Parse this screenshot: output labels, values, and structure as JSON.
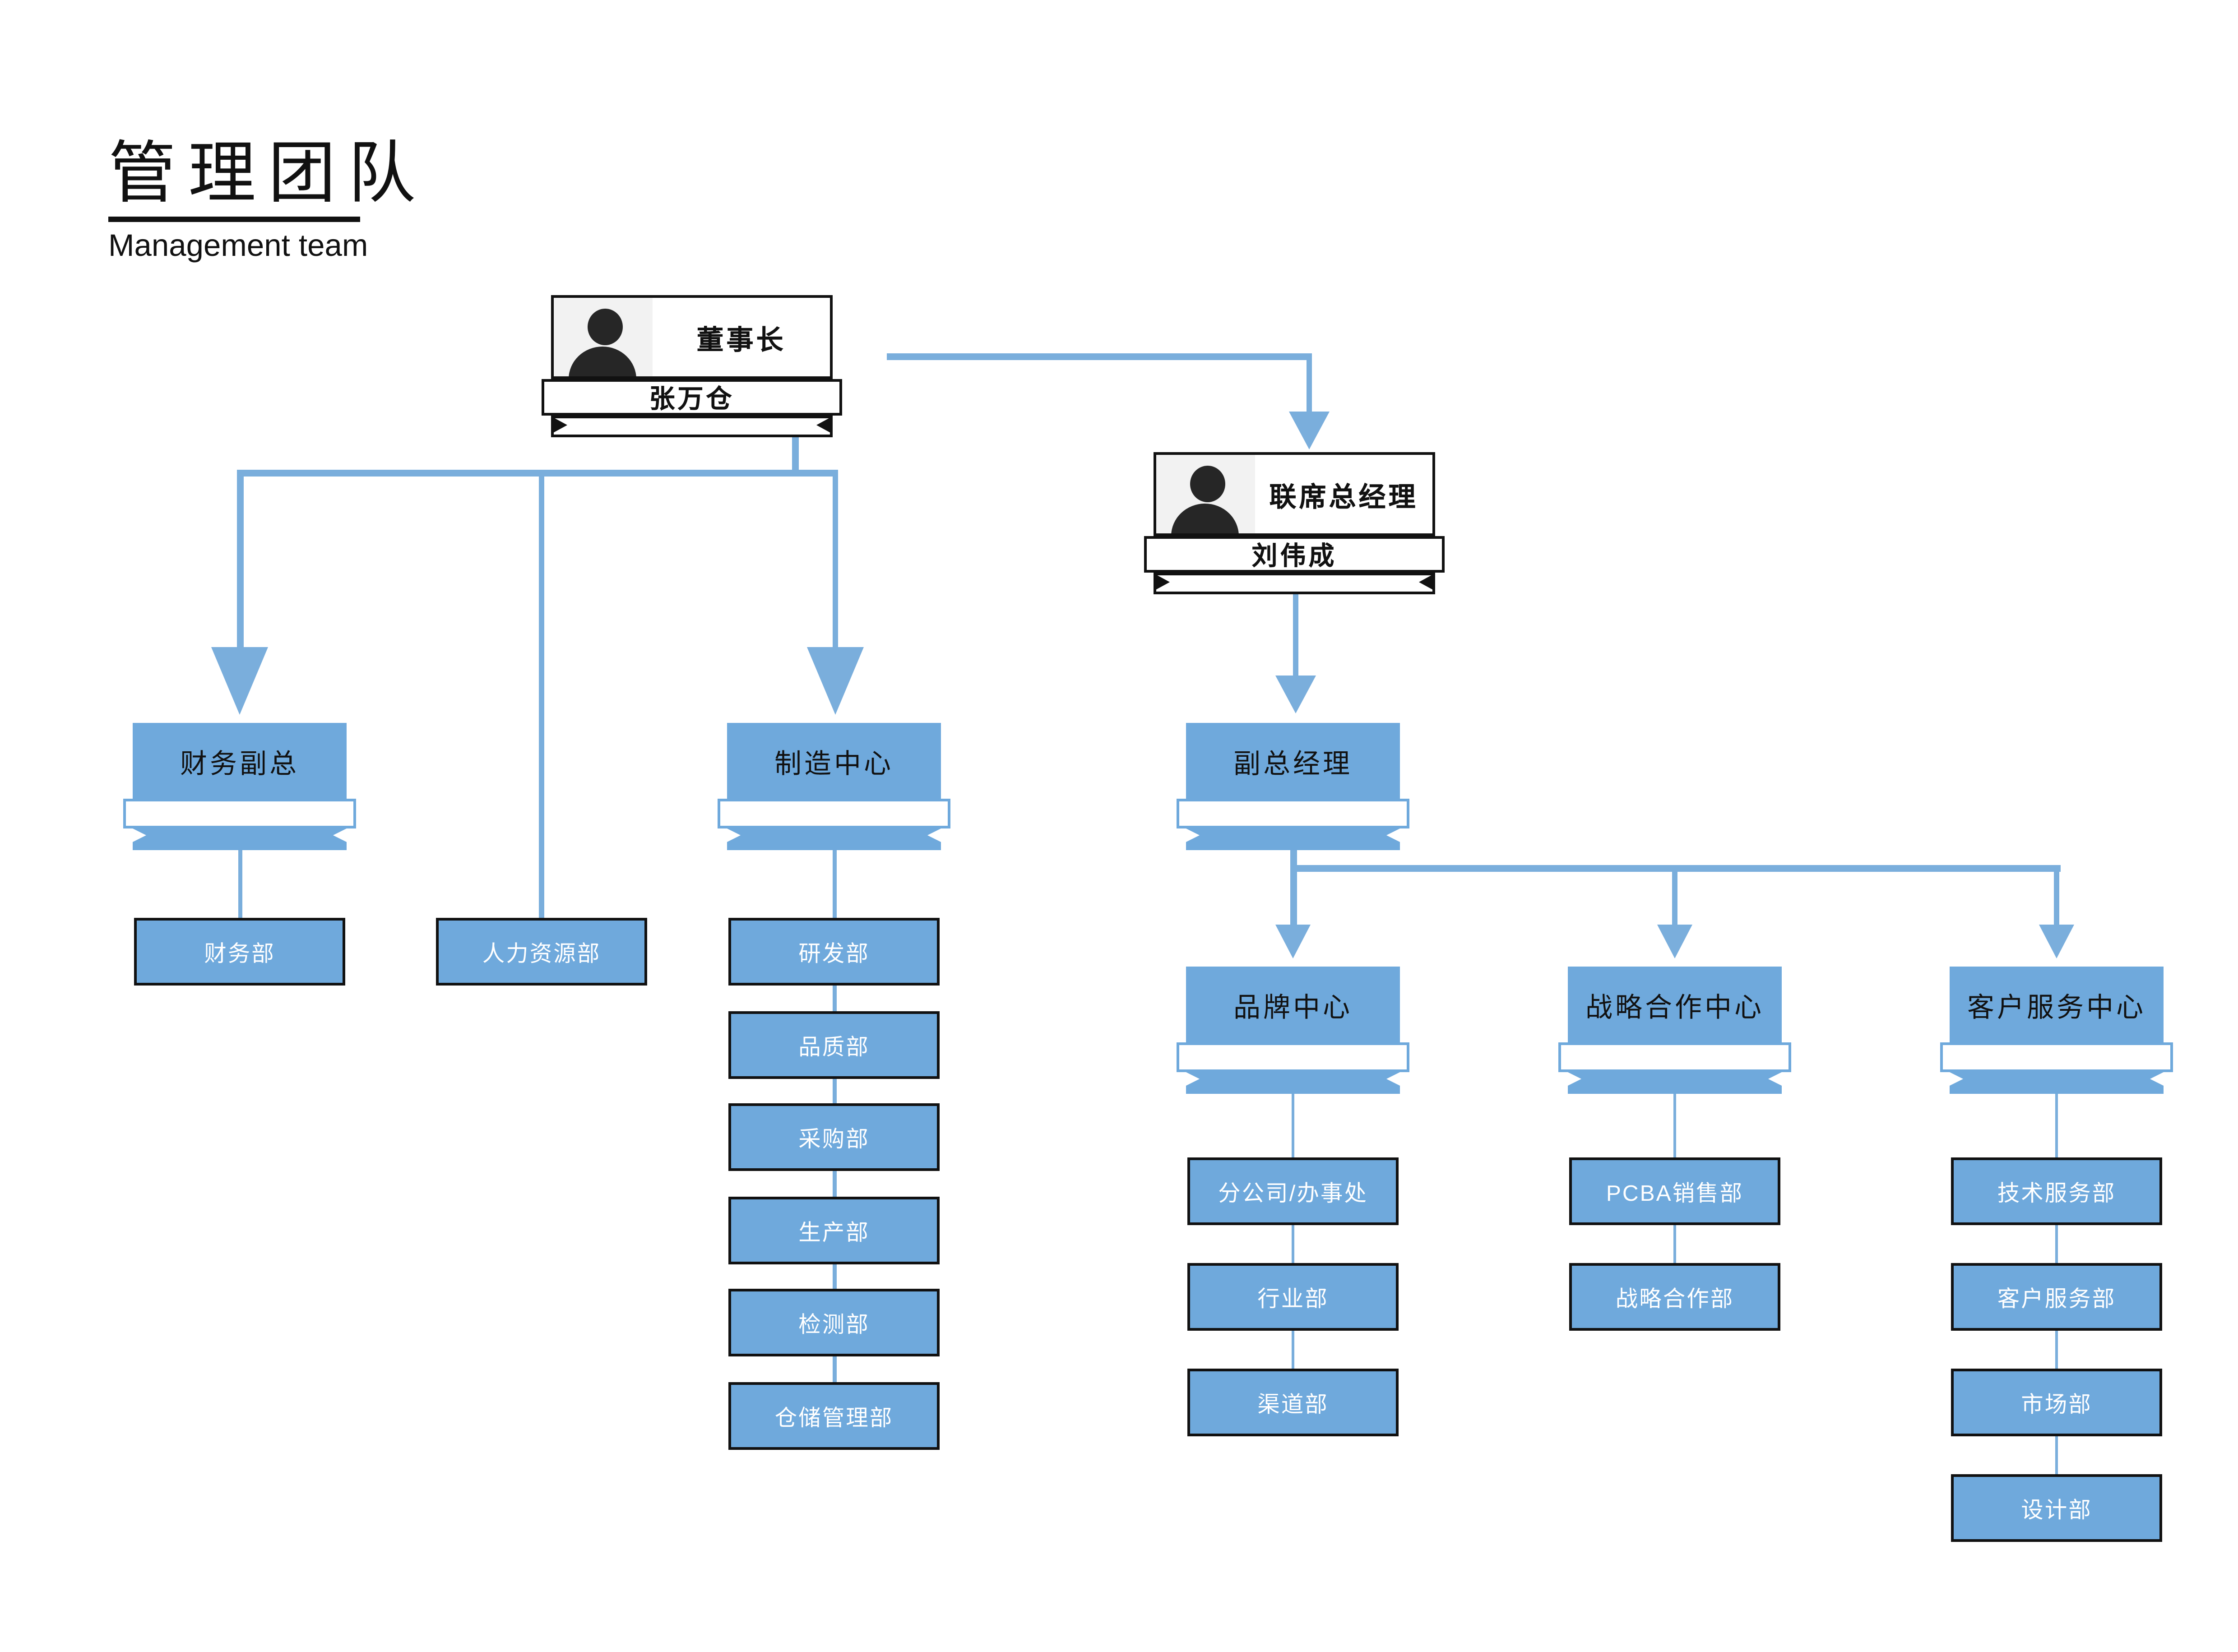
{
  "header": {
    "title": "管理团队",
    "subtitle": "Management team"
  },
  "colors": {
    "node_blue": "#6FA9DC",
    "connector_blue": "#7AAEDC",
    "border_dark": "#111111",
    "photo_bg": "#f2f2f2"
  },
  "icons": {
    "chairman_photo": "person-icon",
    "co_general_manager_photo": "person-icon"
  },
  "org": {
    "chairman": {
      "title": "董事长",
      "name": "张万仓"
    },
    "co_general_manager": {
      "title": "联席总经理",
      "name": "刘伟成"
    },
    "branches": {
      "finance_vp": {
        "label": "财务副总",
        "children": [
          "财务部"
        ]
      },
      "hr_department": {
        "label": "人力资源部"
      },
      "manufacturing_center": {
        "label": "制造中心",
        "children": [
          "研发部",
          "品质部",
          "采购部",
          "生产部",
          "检测部",
          "仓储管理部"
        ]
      },
      "deputy_gm": {
        "label": "副总经理"
      },
      "brand_center": {
        "label": "品牌中心",
        "children": [
          "分公司/办事处",
          "行业部",
          "渠道部"
        ]
      },
      "strategic_center": {
        "label": "战略合作中心",
        "children": [
          "PCBA销售部",
          "战略合作部"
        ]
      },
      "customer_center": {
        "label": "客户服务中心",
        "children": [
          "技术服务部",
          "客户服务部",
          "市场部",
          "设计部"
        ]
      }
    }
  }
}
